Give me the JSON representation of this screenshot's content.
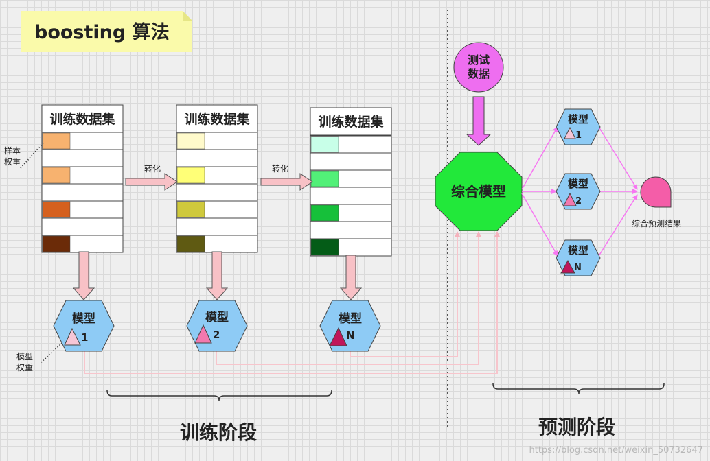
{
  "title": "boosting 算法",
  "training": {
    "dataset_label": "训练数据集",
    "transform_label": "转化",
    "sample_weight_label_1": "样本",
    "sample_weight_label_2": "权重",
    "model_weight_label_1": "模型",
    "model_weight_label_2": "权重",
    "model_label": "模型",
    "model_indices": [
      "1",
      "2",
      "N"
    ],
    "stage_label": "训练阶段",
    "datasets": [
      {
        "weights": [
          "#f7b26f",
          "#f7b26f",
          "#d5601e",
          "#6b2b08"
        ]
      },
      {
        "weights": [
          "#fffacb",
          "#ffff77",
          "#cfc93c",
          "#5f5a12"
        ]
      },
      {
        "weights": [
          "#c8ffe8",
          "#52f078",
          "#16c03a",
          "#045c17"
        ]
      }
    ]
  },
  "prediction": {
    "test_data_1": "测试",
    "test_data_2": "数据",
    "ensemble_label": "综合模型",
    "model_label": "模型",
    "model_indices": [
      "1",
      "2",
      "N"
    ],
    "result_label": "综合预测结果",
    "stage_label": "预测阶段"
  },
  "watermark": "https://blog.csdn.net/weixin_50732647",
  "colors": {
    "hexagon_fill": "#8ecbf5",
    "octagon_fill": "#22e83a",
    "test_circle_fill": "#ee6ef0",
    "result_fill": "#f45da8",
    "pink_arrow": "#f5b3bd",
    "magenta_arrow": "#f777f2",
    "title_bg": "#fafaaa"
  }
}
